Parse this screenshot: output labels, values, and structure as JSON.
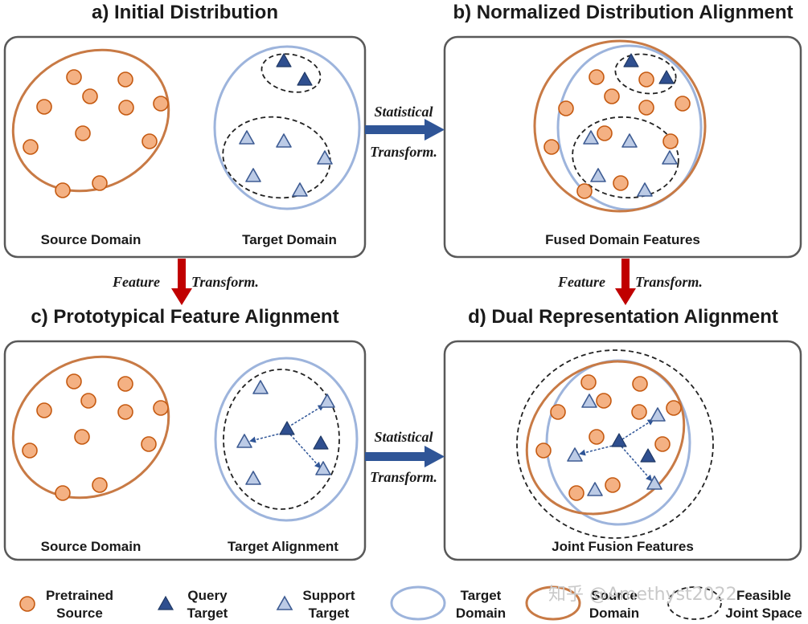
{
  "panels": {
    "a": {
      "title": "a) Initial Distribution",
      "labels": [
        "Source Domain",
        "Target Domain"
      ]
    },
    "b": {
      "title": "b) Normalized Distribution Alignment",
      "labels": [
        "Fused Domain Features"
      ]
    },
    "c": {
      "title": "c) Prototypical Feature Alignment",
      "labels": [
        "Source Domain",
        "Target Alignment"
      ]
    },
    "d": {
      "title": "d) Dual Representation Alignment",
      "labels": [
        "Joint Fusion Features"
      ]
    }
  },
  "arrows": {
    "statistical_top": {
      "line1": "Statistical",
      "line2": "Transform."
    },
    "statistical_bottom": {
      "line1": "Statistical",
      "line2": "Transform."
    },
    "feature_left": {
      "part1": "Feature",
      "part2": "Transform."
    },
    "feature_right": {
      "part1": "Feature",
      "part2": "Transform."
    }
  },
  "legend": {
    "pretrained": {
      "line1": "Pretrained",
      "line2": "Source"
    },
    "query": {
      "line1": "Query",
      "line2": "Target"
    },
    "support": {
      "line1": "Support",
      "line2": "Target"
    },
    "target_domain": {
      "line1": "Target",
      "line2": "Domain"
    },
    "source_domain": {
      "line1": "Source",
      "line2": "Domain"
    },
    "feasible": {
      "line1": "Feasible",
      "line2": "Joint Space"
    }
  },
  "watermark": "知乎 @Amethyst2022",
  "colors": {
    "source_fill": "#F4B183",
    "source_stroke": "#C55A11",
    "source_ellipse": "#C87A45",
    "target_ellipse": "#9DB4DC",
    "query_fill": "#2F4F8F",
    "support_fill": "#BCCBE6",
    "support_stroke": "#3E5C93",
    "blue_arrow": "#2F5597",
    "red_arrow": "#C00000",
    "panel_border": "#595959"
  },
  "icons": {
    "source_point": "orange-circle",
    "query_point": "dark-blue-triangle",
    "support_point": "light-blue-triangle"
  }
}
